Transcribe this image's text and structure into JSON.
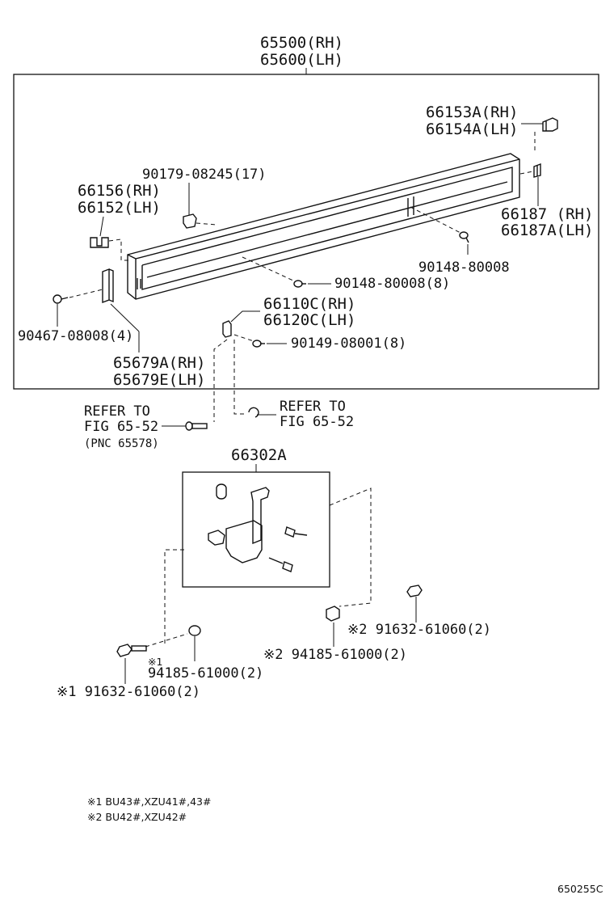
{
  "header": {
    "assembly_rh": "65500(RH)",
    "assembly_lh": "65600(LH)"
  },
  "labels": {
    "p66153_rh": "66153A(RH)",
    "p66154_lh": "66154A(LH)",
    "p90179": "90179-08245(17)",
    "p66156_rh": "66156(RH)",
    "p66152_lh": "66152(LH)",
    "p66187_rh": "66187 (RH)",
    "p66187a_lh": "66187A(LH)",
    "p90148_single": "90148-80008",
    "p90148_multi": "90148-80008(8)",
    "p66110c_rh": "66110C(RH)",
    "p66120c_lh": "66120C(LH)",
    "p90467": "90467-08008(4)",
    "p90149": "90149-08001(8)",
    "p65679a_rh": "65679A(RH)",
    "p65679e_lh": "65679E(LH)",
    "refer_left_1": "REFER TO",
    "refer_left_2": "FIG 65-52",
    "refer_left_pnc": "(PNC 65578)",
    "refer_right_1": "REFER TO",
    "refer_right_2": "FIG 65-52",
    "p66302a": "66302A",
    "p91632_right": "※2 91632-61060(2)",
    "p94185_right": "※2 94185-61000(2)",
    "p_mark1_small": "※1",
    "p94185_left": "94185-61000(2)",
    "p91632_left": "※1 91632-61060(2)"
  },
  "footnotes": {
    "note1": "※1 BU43#,XZU41#,43#",
    "note2": "※2 BU42#,XZU42#"
  },
  "diagram_code": "650255C"
}
